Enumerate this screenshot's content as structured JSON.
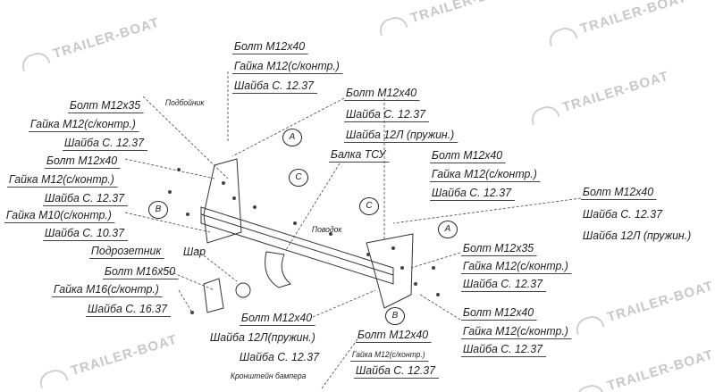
{
  "watermark": "TRAILER-BOAT",
  "labels": {
    "top_bolt": "Болт M12x40",
    "top_nut": "Гайка M12(с/контр.)",
    "top_washer": "Шайба С. 12.37",
    "top2_bolt": "Болт M12x40",
    "top2_washer": "Шайба С. 12.37",
    "top2_spring": "Шайба 12Л (пружин.)",
    "left_pad": "Подбойник",
    "left1_bolt": "Болт M12x35",
    "left1_nut": "Гайка M12(с/контр.)",
    "left1_washer": "Шайба С. 12.37",
    "left2_bolt": "Болт M12x40",
    "left2_nut": "Гайка M12(с/контр.)",
    "left2_washer": "Шайба С. 12.37",
    "left3_nut": "Гайка M10(с/контр.)",
    "left3_washer": "Шайба С. 10.37",
    "socket_plate": "Подрозетник",
    "socket_bolt": "Болт M16x50",
    "socket_nut": "Гайка M16(с/контр.)",
    "socket_washer": "Шайба С. 16.37",
    "ball": "Шар",
    "beam": "Балка ТСУ",
    "bottom_bolt": "Болт M12x40",
    "bottom_spring": "Шайба 12Л(пружин.)",
    "bottom_washer": "Шайба С. 12.37",
    "bumper_bracket": "Кронштейн бампера",
    "bottom2_bolt": "Болт M12x40",
    "bottom2_nut": "Гайка M12(с/контр.)",
    "bottom2_washer": "Шайба С. 12.37",
    "right1_bolt": "Болт M12x40",
    "right1_nut": "Гайка M12(с/контр.)",
    "right1_washer": "Шайба С. 12.37",
    "far_bolt": "Болт M12x40",
    "far_washer": "Шайба С. 12.37",
    "far_spring": "Шайба 12Л (пружин.)",
    "leash": "Поводок",
    "right2_bolt": "Болт M12x35",
    "right2_nut": "Гайка M12(с/контр.)",
    "right2_washer": "Шайба С. 12.37",
    "right3_bolt": "Болт M12x40",
    "right3_nut": "Гайка M12(с/контр.)",
    "right3_washer": "Шайба С. 12.37"
  },
  "callouts": {
    "a1": "A",
    "c1": "C",
    "b1": "B",
    "c2": "C",
    "a2": "A",
    "b2": "B"
  }
}
